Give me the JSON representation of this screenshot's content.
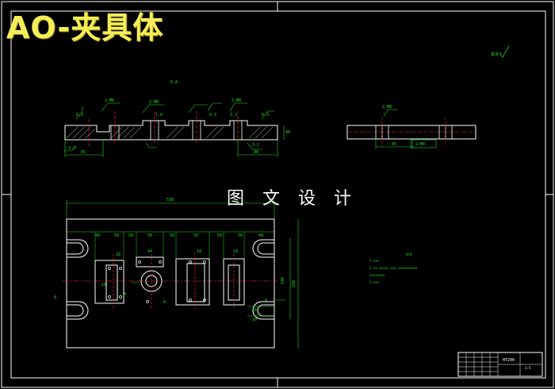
{
  "title": "AO-夹具体",
  "subtitle": "图 文 设 计",
  "colors": {
    "background": "#000000",
    "border": "#ffffff",
    "outline": "#ffffff",
    "dimension": "#22dd22",
    "center_line": "#ff3030",
    "hatch": "#ffffff",
    "title_text": "#f5ee58",
    "notes": "#22dd22"
  },
  "section_view": {
    "label": "A-A",
    "roughness_labels": [
      "6.3",
      "3.2",
      "1.6",
      "6.3",
      "3.2",
      "6.3",
      "3.2"
    ],
    "dims": {
      "left_width": "85",
      "right_width": "80",
      "height_right": "40",
      "hole_left": "2-M8",
      "hole_mid": "2-M8",
      "hole_right": "2-M8"
    }
  },
  "side_view": {
    "label": "2-M8",
    "dims": [
      "85",
      "2-M8"
    ]
  },
  "plan_view": {
    "overall_width": "538",
    "top_dims": [
      "40",
      "50",
      "50",
      "50",
      "50",
      "50",
      "50",
      "50",
      "40"
    ],
    "height_dim": "280",
    "inner_height_dim": "140",
    "lower_right_dims": [
      "16",
      "20"
    ],
    "section_marks": [
      "A",
      "A",
      "A",
      "A"
    ],
    "small_dims": [
      "18",
      "44",
      "18",
      "18",
      "18"
    ]
  },
  "notes": {
    "heading": "技术",
    "lines": [
      "1.xxx",
      "2.xx.xxxxx.xxx.xxxxxxxxxx",
      "xxxxxxxx",
      "3.xxx"
    ]
  },
  "title_block": {
    "material": "HT200",
    "scale": "1:5"
  },
  "roughness_symbol": "其余"
}
